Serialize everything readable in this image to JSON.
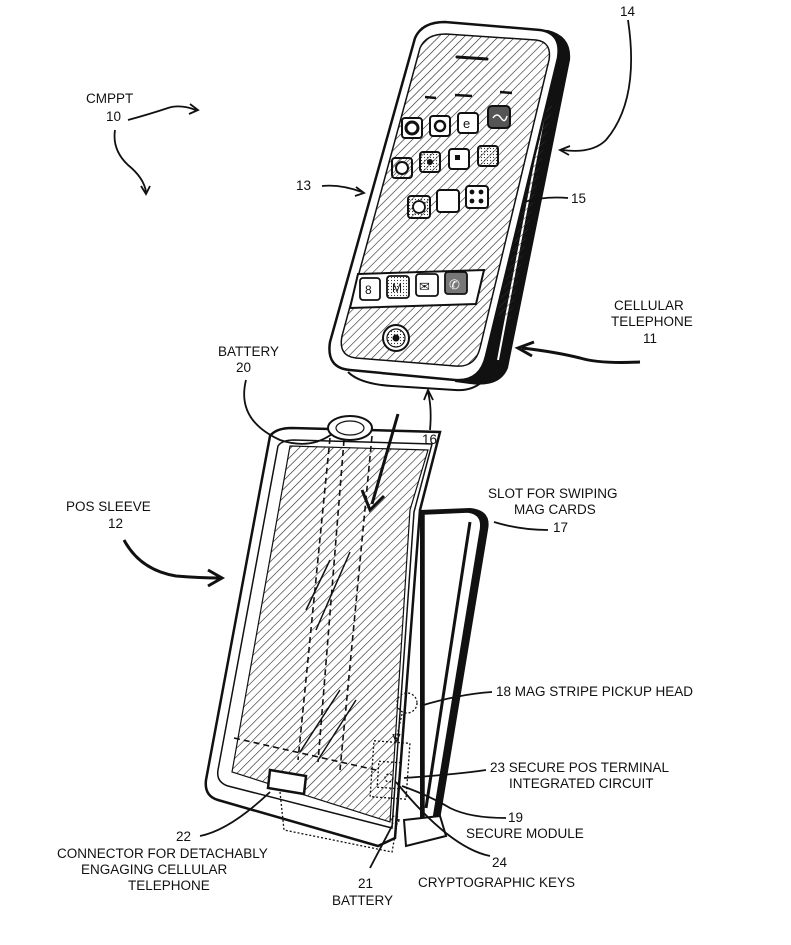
{
  "labels": {
    "cmppt": "CMPPT",
    "n10": "10",
    "n14": "14",
    "n13": "13",
    "n15": "15",
    "cellular": "CELLULAR",
    "telephone": "TELEPHONE",
    "n11": "11",
    "battery_top": "BATTERY",
    "n20": "20",
    "n16": "16",
    "pos_sleeve": "POS SLEEVE",
    "n12": "12",
    "slot_line1": "SLOT FOR SWIPING",
    "slot_line2": "MAG CARDS",
    "n17": "17",
    "pickup": "18 MAG STRIPE PICKUP HEAD",
    "secure_pos_line1": "23 SECURE POS TERMINAL",
    "secure_pos_line2": "INTEGRATED CIRCUIT",
    "n19": "19",
    "secure_module": "SECURE MODULE",
    "n22": "22",
    "connector_line1": "CONNECTOR FOR DETACHABLY",
    "connector_line2": "ENGAGING CELLULAR",
    "connector_line3": "TELEPHONE",
    "n24": "24",
    "crypto_keys": "CRYPTOGRAPHIC KEYS",
    "n21": "21",
    "battery_bottom": "BATTERY"
  },
  "phone_icons": {
    "dock": [
      "8",
      "M",
      "✉",
      "✆"
    ]
  }
}
